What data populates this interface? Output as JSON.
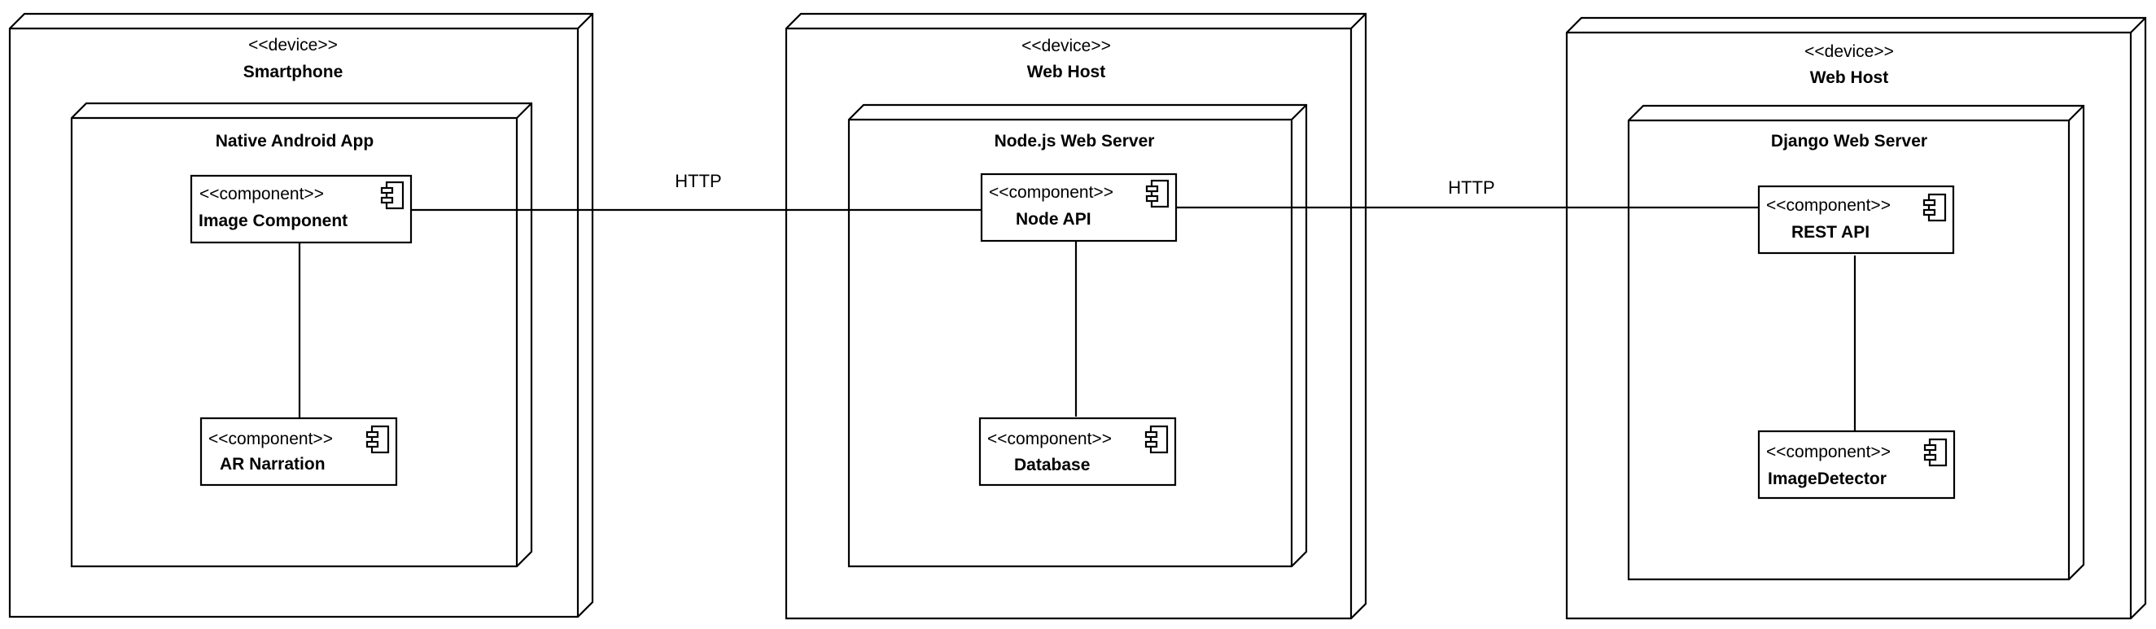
{
  "diagram": {
    "devices": [
      {
        "stereotype": "<<device>>",
        "name": "Smartphone",
        "node": {
          "name": "Native Android App",
          "components": [
            {
              "stereotype": "<<component>>",
              "name": "Image Component"
            },
            {
              "stereotype": "<<component>>",
              "name": "AR Narration"
            }
          ]
        }
      },
      {
        "stereotype": "<<device>>",
        "name": "Web Host",
        "node": {
          "name": "Node.js Web Server",
          "components": [
            {
              "stereotype": "<<component>>",
              "name": "Node API"
            },
            {
              "stereotype": "<<component>>",
              "name": "Database"
            }
          ]
        }
      },
      {
        "stereotype": "<<device>>",
        "name": "Web Host",
        "node": {
          "name": "Django Web Server",
          "components": [
            {
              "stereotype": "<<component>>",
              "name": "REST API"
            },
            {
              "stereotype": "<<component>>",
              "name": "ImageDetector"
            }
          ]
        }
      }
    ],
    "connections": [
      {
        "from": "Image Component",
        "to": "Node API",
        "label": "HTTP"
      },
      {
        "from": "Node API",
        "to": "REST API",
        "label": "HTTP"
      },
      {
        "from": "Image Component",
        "to": "AR Narration",
        "label": ""
      },
      {
        "from": "Node API",
        "to": "Database",
        "label": ""
      },
      {
        "from": "REST API",
        "to": "ImageDetector",
        "label": ""
      }
    ]
  }
}
